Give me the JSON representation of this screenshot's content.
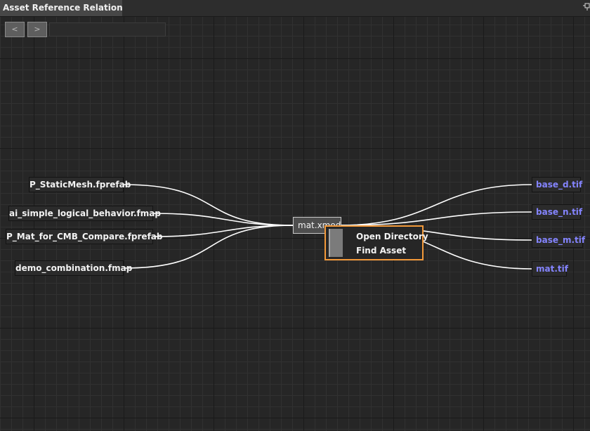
{
  "window": {
    "title": "Asset Reference Relation",
    "pin_icon": "pin-icon"
  },
  "toolbar": {
    "back_glyph": "<",
    "forward_glyph": ">",
    "path_value": ""
  },
  "graph": {
    "center": {
      "label": "mat.xmod"
    },
    "referencers": [
      {
        "label": "P_StaticMesh.fprefab"
      },
      {
        "label": "ai_simple_logical_behavior.fmap"
      },
      {
        "label": "P_Mat_for_CMB_Compare.fprefab"
      },
      {
        "label": "demo_combination.fmap"
      }
    ],
    "dependencies": [
      {
        "label": "base_d.tif"
      },
      {
        "label": "base_n.tif"
      },
      {
        "label": "base_m.tif"
      },
      {
        "label": "mat.tif"
      }
    ],
    "colors": {
      "edge": "#ffffff",
      "dependency_text": "#8484ff",
      "menu_border": "#f2993a"
    }
  },
  "context_menu": {
    "items": [
      {
        "label": "Open Directory"
      },
      {
        "label": "Find Asset"
      }
    ]
  }
}
